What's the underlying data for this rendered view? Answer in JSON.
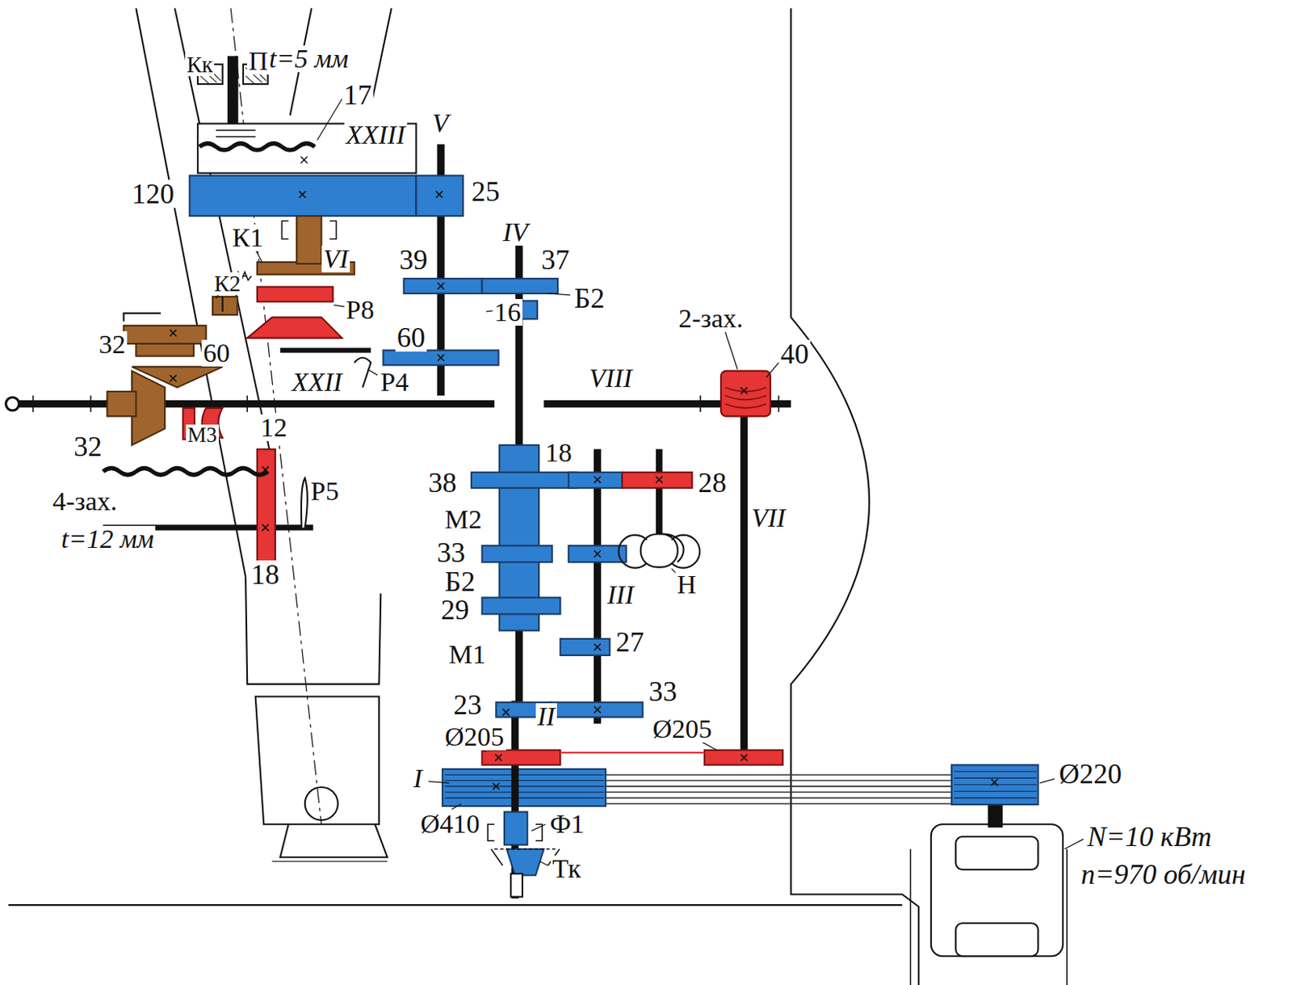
{
  "diagram": {
    "labels": [
      "Кк",
      "П",
      "t=5 мм",
      "17",
      "XXIII",
      "V",
      "120",
      "25",
      "К1",
      "VI",
      "IV",
      "39",
      "37",
      "К2",
      "Б2",
      "16",
      "Р8",
      "2-зах.",
      "40",
      "32",
      "60",
      "60",
      "XXII",
      "Р4",
      "VIII",
      "32",
      "М3",
      "12",
      "38",
      "18",
      "28",
      "4-зах.",
      "Р5",
      "t=12 мм",
      "М2",
      "33",
      "VII",
      "Б2",
      "III",
      "Н",
      "18",
      "29",
      "27",
      "М1",
      "33",
      "23",
      "II",
      "Ø205",
      "Ø205",
      "I",
      "Ø220",
      "Ø410",
      "Ф1",
      "Тк",
      "N=10 кВт",
      "n=970 об/мин"
    ]
  }
}
